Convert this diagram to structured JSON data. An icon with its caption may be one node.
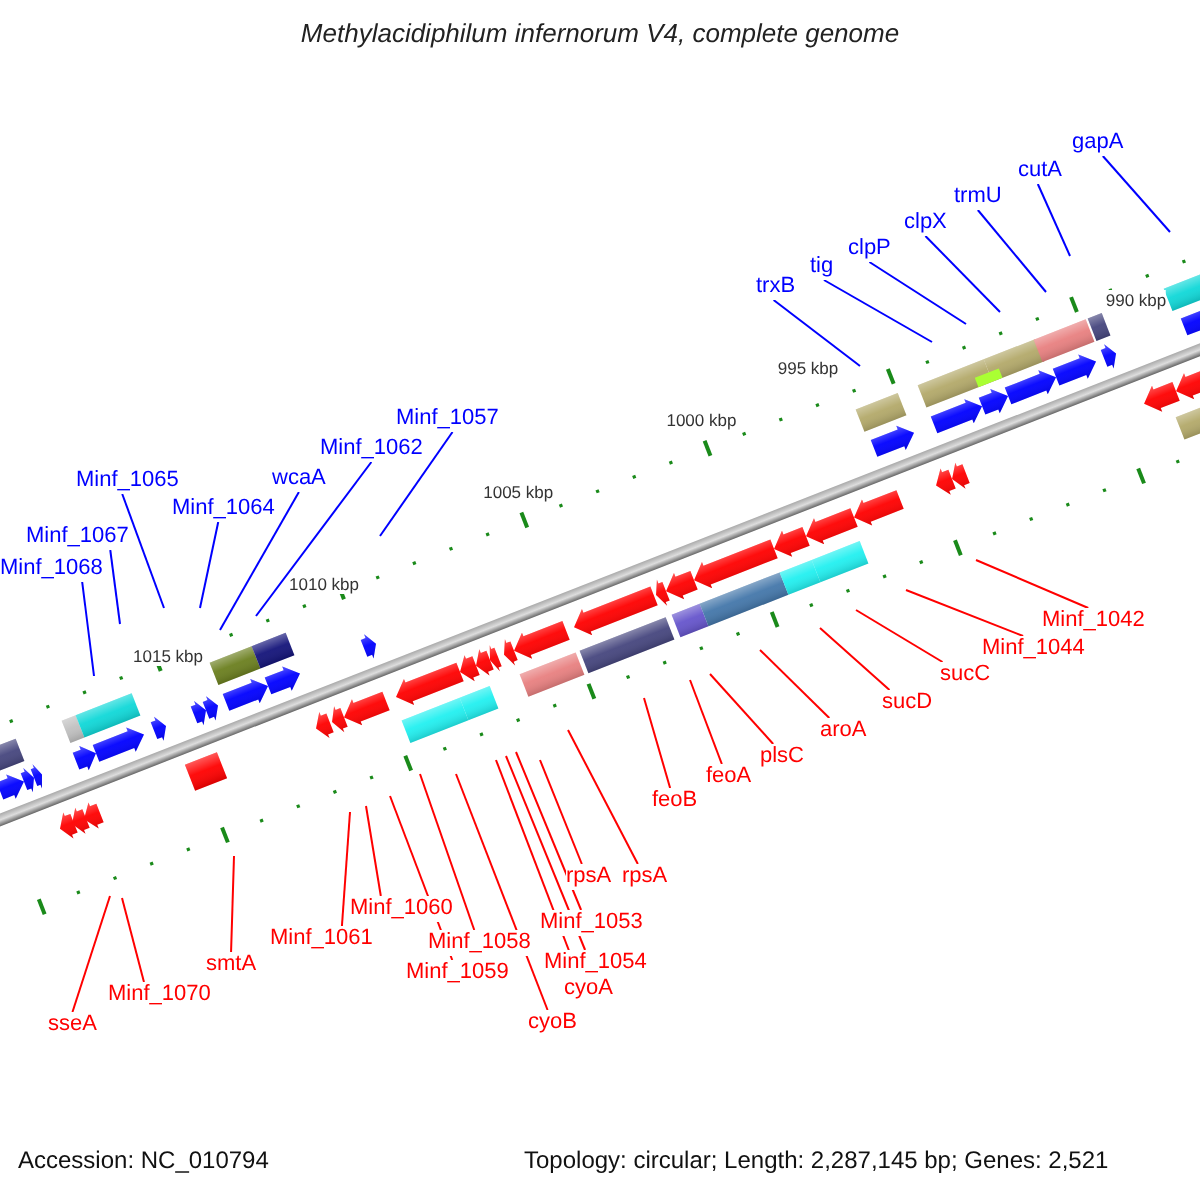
{
  "diagram": {
    "title": "Methylacidiphilum infernorum V4, complete genome",
    "nodes": [
      {
        "text": [
          "gapA"
        ]
      },
      {
        "text": [
          "cutA"
        ]
      },
      {
        "text": [
          "trmU"
        ]
      },
      {
        "text": [
          "clpX"
        ]
      },
      {
        "text": [
          "clpP"
        ]
      },
      {
        "text": [
          "tig"
        ]
      },
      {
        "text": [
          "trxB"
        ]
      },
      {
        "text": [
          "Minf_1057"
        ]
      },
      {
        "text": [
          "Minf_1062"
        ]
      },
      {
        "text": [
          "wcaA"
        ]
      },
      {
        "text": [
          "Minf_1065"
        ]
      },
      {
        "text": [
          "Minf_1064"
        ]
      },
      {
        "text": [
          "Minf_1067"
        ]
      },
      {
        "text": [
          "Minf_1068"
        ]
      },
      {
        "text": [
          "Minf_1042"
        ]
      },
      {
        "text": [
          "Minf_1044"
        ]
      },
      {
        "text": [
          "sucC"
        ]
      },
      {
        "text": [
          "sucD"
        ]
      },
      {
        "text": [
          "aroA"
        ]
      },
      {
        "text": [
          "plsC"
        ]
      },
      {
        "text": [
          "feoA"
        ]
      },
      {
        "text": [
          "feoB"
        ]
      },
      {
        "text": [
          "rpsA"
        ]
      },
      {
        "text": [
          "rpsA"
        ]
      },
      {
        "text": [
          "Minf_1053"
        ]
      },
      {
        "text": [
          "Minf_1058"
        ]
      },
      {
        "text": [
          "Minf_1060"
        ]
      },
      {
        "text": [
          "Minf_1061"
        ]
      },
      {
        "text": [
          "Minf_1054"
        ]
      },
      {
        "text": [
          "smtA"
        ]
      },
      {
        "text": [
          "Minf_1059"
        ]
      },
      {
        "text": [
          "cyoA"
        ]
      },
      {
        "text": [
          "Minf_1070"
        ]
      },
      {
        "text": [
          "cyoB"
        ]
      },
      {
        "text": [
          "sseA"
        ]
      }
    ],
    "edges": [
      {
        "from": 0,
        "to": null,
        "arrow": "none",
        "color": "#0000ff"
      },
      {
        "from": 1,
        "to": null,
        "arrow": "none",
        "color": "#0000ff"
      },
      {
        "from": 2,
        "to": null,
        "arrow": "none",
        "color": "#0000ff"
      },
      {
        "from": 3,
        "to": null,
        "arrow": "none",
        "color": "#0000ff"
      },
      {
        "from": 4,
        "to": null,
        "arrow": "none",
        "color": "#0000ff"
      },
      {
        "from": 5,
        "to": null,
        "arrow": "none",
        "color": "#0000ff"
      },
      {
        "from": 6,
        "to": null,
        "arrow": "none",
        "color": "#0000ff"
      },
      {
        "from": 7,
        "to": null,
        "arrow": "none",
        "color": "#0000ff"
      },
      {
        "from": 8,
        "to": null,
        "arrow": "none",
        "color": "#0000ff"
      },
      {
        "from": 9,
        "to": null,
        "arrow": "none",
        "color": "#0000ff"
      },
      {
        "from": 10,
        "to": null,
        "arrow": "none",
        "color": "#0000ff"
      },
      {
        "from": 11,
        "to": null,
        "arrow": "none",
        "color": "#0000ff"
      },
      {
        "from": 12,
        "to": null,
        "arrow": "none",
        "color": "#0000ff"
      },
      {
        "from": 13,
        "to": null,
        "arrow": "none",
        "color": "#0000ff"
      },
      {
        "from": 14,
        "to": null,
        "arrow": "none"
      },
      {
        "from": 15,
        "to": null,
        "arrow": "none"
      },
      {
        "from": 16,
        "to": null,
        "arrow": "none"
      },
      {
        "from": 17,
        "to": null,
        "arrow": "none"
      },
      {
        "from": 18,
        "to": null,
        "arrow": "none"
      },
      {
        "from": 19,
        "to": null,
        "arrow": "none"
      },
      {
        "from": 20,
        "to": null,
        "arrow": "none"
      },
      {
        "from": 21,
        "to": null,
        "arrow": "none"
      },
      {
        "from": 22,
        "to": null,
        "arrow": "none"
      },
      {
        "from": 23,
        "to": null,
        "arrow": "none"
      },
      {
        "from": 24,
        "to": null,
        "arrow": "none"
      },
      {
        "from": 25,
        "to": null,
        "arrow": "none"
      },
      {
        "from": 26,
        "to": null,
        "arrow": "none"
      },
      {
        "from": 27,
        "to": null,
        "arrow": "none"
      },
      {
        "from": 28,
        "to": null,
        "arrow": "none"
      },
      {
        "from": 29,
        "to": null,
        "arrow": "none"
      },
      {
        "from": 30,
        "to": null,
        "arrow": "none"
      },
      {
        "from": 31,
        "to": null,
        "arrow": "none"
      },
      {
        "from": 32,
        "to": null,
        "arrow": "none"
      },
      {
        "from": 33,
        "to": null,
        "arrow": "none"
      },
      {
        "from": 34,
        "to": null,
        "arrow": "none"
      }
    ],
    "labels": [
      "990 kbp",
      "995 kbp",
      "1000 kbp",
      "1005 kbp",
      "1010 kbp",
      "1015 kbp",
      "Accession: NC_010794",
      "Topology: circular; Length: 2,287,145 bp; Genes: 2,521"
    ]
  }
}
